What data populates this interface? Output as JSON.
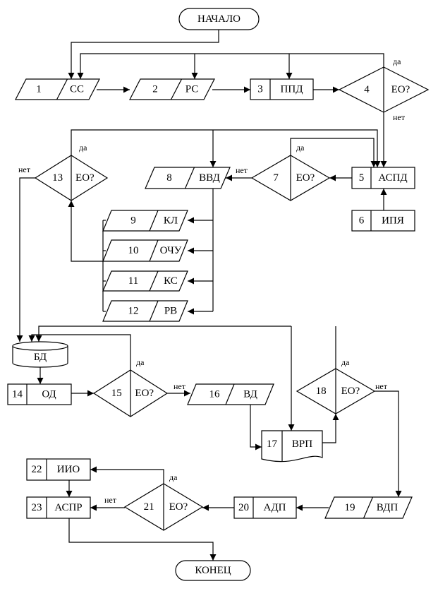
{
  "flowchart": {
    "start": "НАЧАЛО",
    "end": "КОНЕЦ",
    "blocks": [
      {
        "id": "1",
        "num": "1",
        "text": "СС"
      },
      {
        "id": "2",
        "num": "2",
        "text": "РС"
      },
      {
        "id": "3",
        "num": "3",
        "text": "ППД"
      },
      {
        "id": "4",
        "num": "4",
        "text": "ЕО?"
      },
      {
        "id": "5",
        "num": "5",
        "text": "АСПД"
      },
      {
        "id": "6",
        "num": "6",
        "text": "ИПЯ"
      },
      {
        "id": "7",
        "num": "7",
        "text": "ЕО?"
      },
      {
        "id": "8",
        "num": "8",
        "text": "ВВД"
      },
      {
        "id": "9",
        "num": "9",
        "text": "КЛ"
      },
      {
        "id": "10",
        "num": "10",
        "text": "ОЧУ"
      },
      {
        "id": "11",
        "num": "11",
        "text": "КС"
      },
      {
        "id": "12",
        "num": "12",
        "text": "РВ"
      },
      {
        "id": "13",
        "num": "13",
        "text": "ЕО?"
      },
      {
        "id": "db",
        "num": "",
        "text": "БД"
      },
      {
        "id": "14",
        "num": "14",
        "text": "ОД"
      },
      {
        "id": "15",
        "num": "15",
        "text": "ЕО?"
      },
      {
        "id": "16",
        "num": "16",
        "text": "ВД"
      },
      {
        "id": "17",
        "num": "17",
        "text": "ВРП"
      },
      {
        "id": "18",
        "num": "18",
        "text": "ЕО?"
      },
      {
        "id": "19",
        "num": "19",
        "text": "ВДП"
      },
      {
        "id": "20",
        "num": "20",
        "text": "АДП"
      },
      {
        "id": "21",
        "num": "21",
        "text": "ЕО?"
      },
      {
        "id": "22",
        "num": "22",
        "text": "ИИО"
      },
      {
        "id": "23",
        "num": "23",
        "text": "АСПР"
      }
    ],
    "branch_labels": [
      {
        "id": "d4-yes",
        "text": "да"
      },
      {
        "id": "d4-no",
        "text": "нет"
      },
      {
        "id": "d7-yes",
        "text": "да"
      },
      {
        "id": "d7-no",
        "text": "нет"
      },
      {
        "id": "d13-yes",
        "text": "да"
      },
      {
        "id": "d13-no",
        "text": "нет"
      },
      {
        "id": "d15-yes",
        "text": "да"
      },
      {
        "id": "d15-no",
        "text": "нет"
      },
      {
        "id": "d18-yes",
        "text": "да"
      },
      {
        "id": "d18-no",
        "text": "нет"
      },
      {
        "id": "d21-yes",
        "text": "да"
      },
      {
        "id": "d21-no",
        "text": "нет"
      }
    ]
  }
}
